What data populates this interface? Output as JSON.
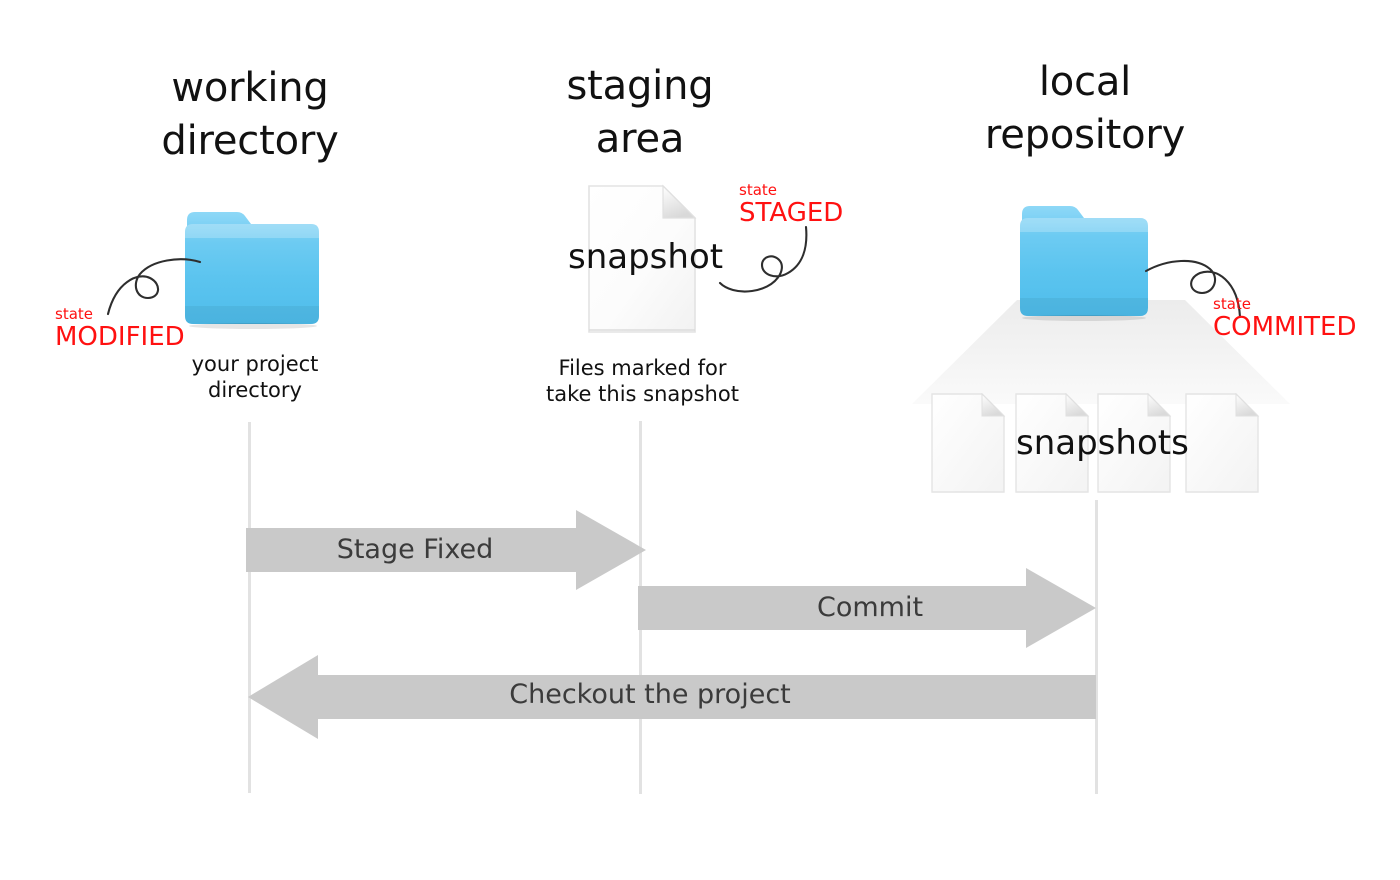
{
  "diagram": {
    "title": "Git areas and states diagram",
    "background": "#ffffff",
    "accent_folder": "#5bc6f0",
    "accent_state": "#ff1111",
    "arrow_fill": "#c9c9c9",
    "lifeline_color": "#e2e2e2"
  },
  "columns": [
    {
      "id": "working",
      "line1": "working",
      "line2": "directory"
    },
    {
      "id": "staging",
      "line1": "staging",
      "line2": "area"
    },
    {
      "id": "local",
      "line1": "local",
      "line2": "repository"
    }
  ],
  "captions": {
    "working": {
      "line1": "your project",
      "line2": "directory"
    },
    "staging": {
      "line1": "Files marked for",
      "line2": "take this snapshot"
    }
  },
  "states": [
    {
      "id": "modified",
      "small": "state",
      "big": "MODIFIED"
    },
    {
      "id": "staged",
      "small": "state",
      "big": "STAGED"
    },
    {
      "id": "commited",
      "small": "state",
      "big": "COMMITED"
    }
  ],
  "objects": {
    "snapshot_label": "snapshot",
    "snapshots_label": "snapshots",
    "snapshot_count": 4
  },
  "arrows": [
    {
      "id": "stage-fixed",
      "label": "Stage Fixed",
      "direction": "right",
      "from": "working",
      "to": "staging"
    },
    {
      "id": "commit",
      "label": "Commit",
      "direction": "right",
      "from": "staging",
      "to": "local"
    },
    {
      "id": "checkout",
      "label": "Checkout the project",
      "direction": "left",
      "from": "local",
      "to": "working"
    }
  ]
}
